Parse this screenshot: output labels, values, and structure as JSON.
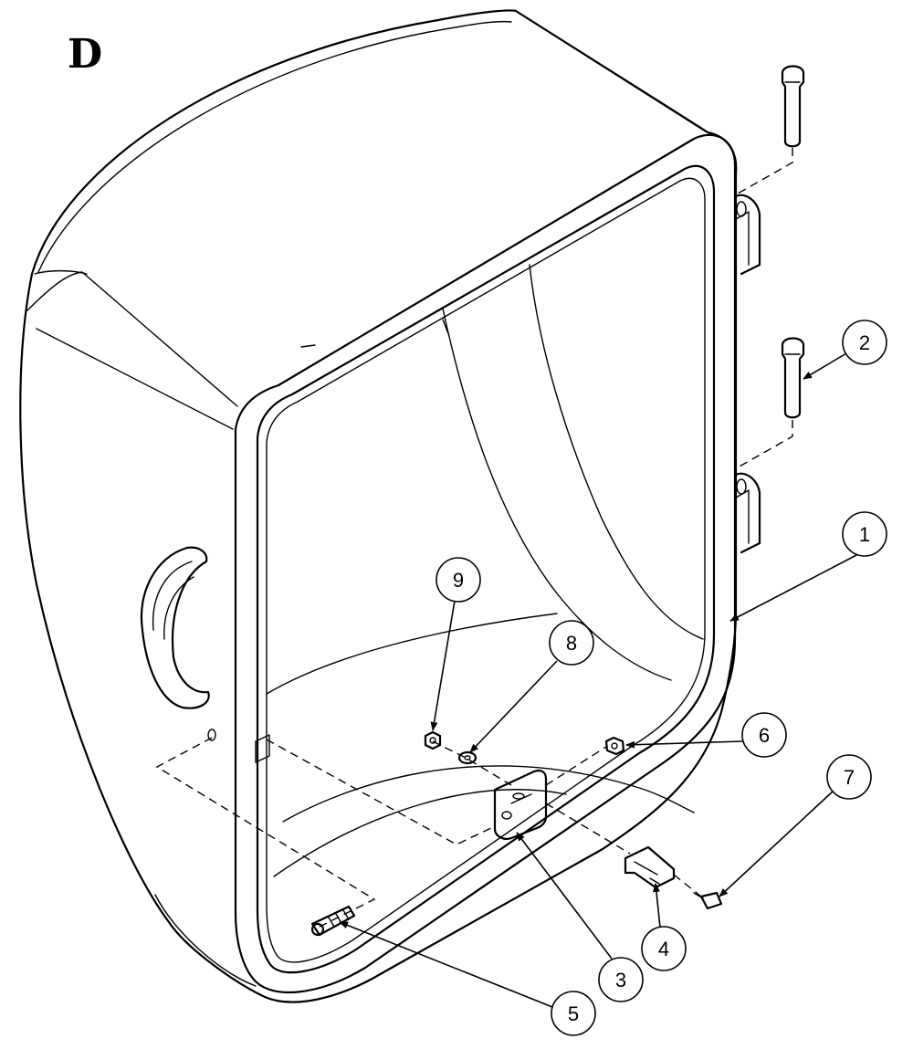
{
  "view_letter": "D",
  "callouts": [
    "1",
    "2",
    "3",
    "4",
    "5",
    "6",
    "7",
    "8",
    "9"
  ]
}
